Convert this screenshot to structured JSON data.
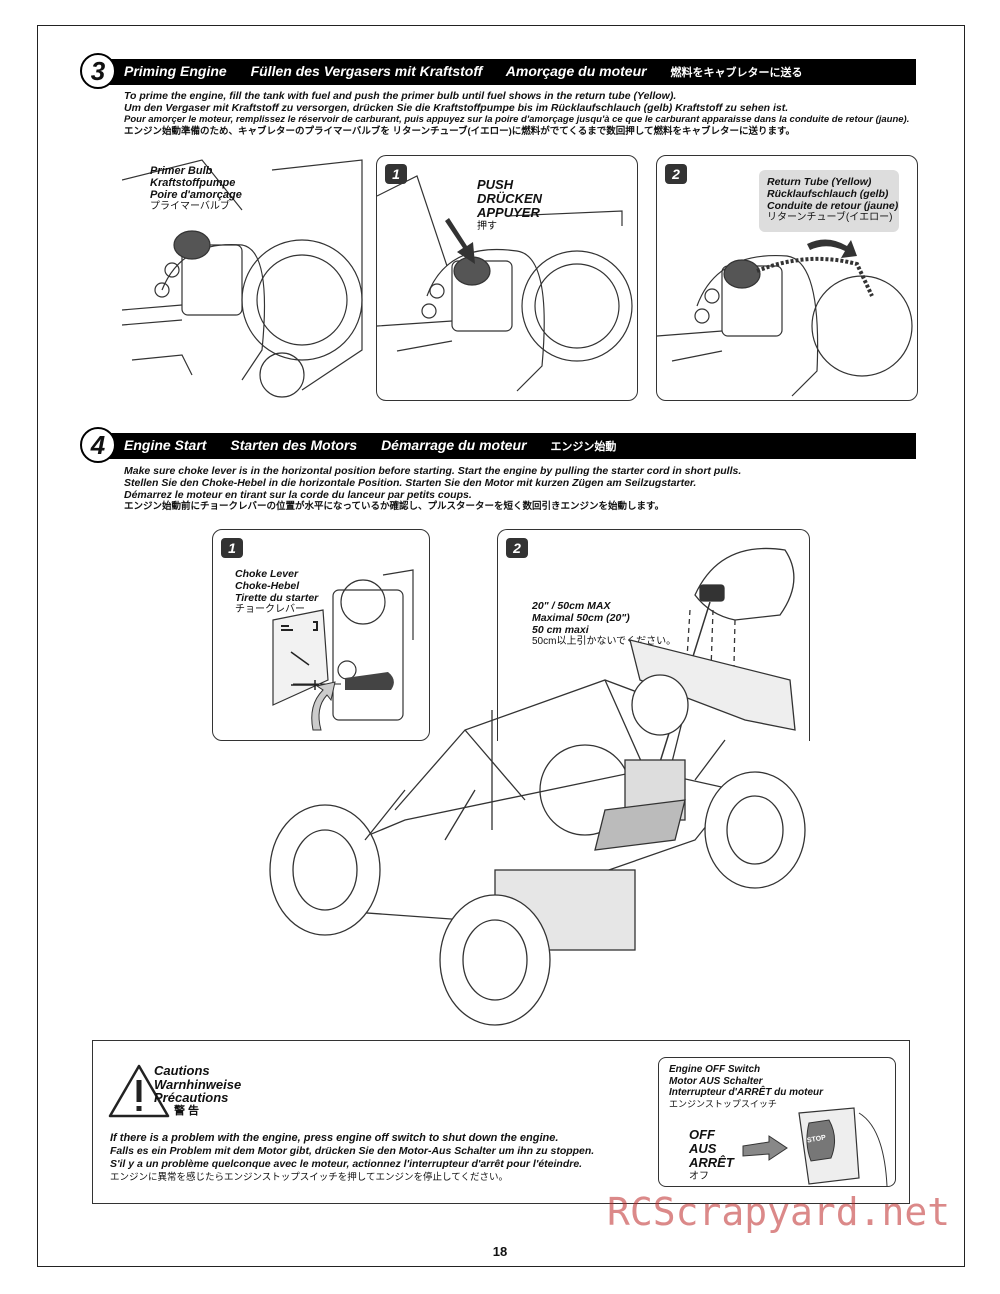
{
  "step3": {
    "number": "3",
    "titles": [
      "Priming Engine",
      "Füllen des Vergasers mit Kraftstoff",
      "Amorçage du moteur",
      "燃料をキャブレターに送る"
    ],
    "desc": [
      "To prime the engine, fill the tank with fuel and push the primer bulb until fuel shows in the return tube (Yellow).",
      "Um den Vergaser mit Kraftstoff zu versorgen, drücken Sie die Kraftstoffpumpe bis im Rücklaufschlauch (gelb) Kraftstoff zu sehen ist.",
      "Pour amorçer le moteur, remplissez le réservoir de carburant, puis appuyez sur la poire d'amorçage jusqu'à ce que le carburant apparaisse dans la conduite de retour (jaune).",
      "エンジン始動準備のため、キャブレターのプライマーバルブを リターンチューブ(イエロー)に燃料がでてくるまで数回押して燃料をキャブレターに送ります。"
    ],
    "primer_label": [
      "Primer Bulb",
      "Kraftstoffpumpe",
      "Poire d'amorçage",
      "プライマーバルブ"
    ],
    "panel1_badge": "1",
    "push_label": [
      "PUSH",
      "DRÜCKEN",
      "APPUYER",
      "押す"
    ],
    "panel2_badge": "2",
    "return_label": [
      "Return Tube (Yellow)",
      "Rücklaufschlauch (gelb)",
      "Conduite de retour (jaune)",
      "リターンチューブ(イエロー)"
    ]
  },
  "step4": {
    "number": "4",
    "titles": [
      "Engine Start",
      "Starten des Motors",
      "Démarrage du moteur",
      "エンジン始動"
    ],
    "desc": [
      "Make sure choke lever is in the horizontal position before starting. Start the engine by pulling the starter cord in short pulls.",
      "Stellen Sie den Choke-Hebel in die horizontale Position. Starten Sie den Motor mit kurzen Zügen am Seilzugstarter.",
      "Démarrez le moteur en tirant sur la corde du lanceur par petits coups.",
      "エンジン始動前にチョークレバーの位置が水平になっているか確認し、プルスターターを短く数回引きエンジンを始動します。"
    ],
    "panel1_badge": "1",
    "choke_label": [
      "Choke Lever",
      "Choke-Hebel",
      "Tirette du starter",
      "チョークレバー"
    ],
    "panel2_badge": "2",
    "pull_label": [
      "20\" / 50cm MAX",
      "Maximal 50cm (20\")",
      "50 cm maxi",
      "50cm以上引かないでください。"
    ]
  },
  "cautions": {
    "title": [
      "Cautions",
      "Warnhinweise",
      "Précautions",
      "警 告"
    ],
    "text": [
      "If there is a problem with the engine, press engine off switch to shut down the engine.",
      "Falls es ein Problem mit dem Motor gibt, drücken Sie den Motor-Aus Schalter um ihn zu stoppen.",
      "S'il y a un problème quelconque avec le moteur, actionnez l'interrupteur d'arrêt pour l'éteindre.",
      "エンジンに異常を感じたらエンジンストップスイッチを押してエンジンを停止してください。"
    ],
    "switch_label": [
      "Engine OFF Switch",
      "Motor AUS Schalter",
      "Interrupteur d'ARRÊT du moteur",
      "エンジンストップスイッチ"
    ],
    "off_label": [
      "OFF",
      "AUS",
      "ARRÊT",
      "オフ"
    ],
    "stop_text": "STOP"
  },
  "page_number": "18",
  "watermark": "RCScrapyard.net"
}
